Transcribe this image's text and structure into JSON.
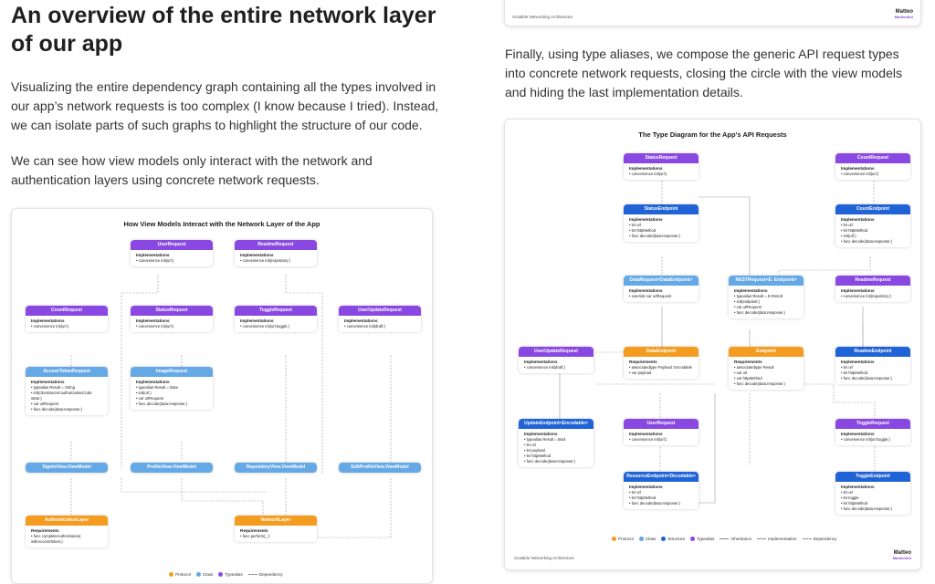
{
  "left": {
    "heading": "An overview of the entire network layer of our app",
    "para1": "Visualizing the entire dependency graph containing all the types involved in our app’s network requests is too complex (I know because I tried). Instead, we can isolate parts of such graphs to highlight the structure of our code.",
    "para2": "We can see how view models only interact with the network and authentication layers using concrete network requests.",
    "diagram": {
      "title": "How View Models Interact with the Network Layer of the App",
      "nodes": [
        {
          "id": "user-request",
          "kind": "purple",
          "header": "UserRequest",
          "lines": [
            "Implementations",
            "• convenience init(url:)"
          ]
        },
        {
          "id": "readme-request",
          "kind": "purple",
          "header": "ReadmeRequest",
          "lines": [
            "Implementations",
            "• convenience init(repository:)"
          ]
        },
        {
          "id": "count-request",
          "kind": "purple",
          "header": "CountRequest",
          "lines": [
            "Implementations",
            "• convenience init(url:)"
          ]
        },
        {
          "id": "status-request",
          "kind": "purple",
          "header": "StatusRequest",
          "lines": [
            "Implementations",
            "• convenience init(url:)"
          ]
        },
        {
          "id": "toggle-request",
          "kind": "purple",
          "header": "ToggleRequest",
          "lines": [
            "Implementations",
            "• convenience init(url:toggle:)"
          ]
        },
        {
          "id": "user-update-request",
          "kind": "purple",
          "header": "UserUpdateRequest",
          "lines": [
            "Implementations",
            "• convenience init(draft:)"
          ]
        },
        {
          "id": "access-token-request",
          "kind": "blue",
          "header": "AccessTokenRequest",
          "lines": [
            "Implementations",
            "• typealias Result = String",
            "• init(clientSecret:authorizationCode:",
            "   state:)",
            "• var urlRequest",
            "• func decode(data:response:)"
          ]
        },
        {
          "id": "image-request",
          "kind": "blue",
          "header": "ImageRequest",
          "lines": [
            "Implementations",
            "• typealias Result = Data",
            "• init(url:)",
            "• var urlRequest",
            "• func decode(data:response:)"
          ]
        },
        {
          "id": "signin-vm",
          "kind": "blue",
          "header": "SignInView.ViewModel",
          "lines": []
        },
        {
          "id": "profile-vm",
          "kind": "blue",
          "header": "ProfileView.ViewModel",
          "lines": []
        },
        {
          "id": "repository-vm",
          "kind": "blue",
          "header": "RepositoryView.ViewModel",
          "lines": []
        },
        {
          "id": "editprofile-vm",
          "kind": "blue",
          "header": "EditProfileView.ViewModel",
          "lines": []
        },
        {
          "id": "authentication-layer",
          "kind": "orange",
          "header": "AuthenticationLayer",
          "lines": [
            "Requirements",
            "• func completeAuthorization(",
            "   withAccessToken:)"
          ]
        },
        {
          "id": "network-layer",
          "kind": "orange",
          "header": "NetworkLayer",
          "lines": [
            "Requirements",
            "• func perform(_:)"
          ]
        }
      ],
      "legend": [
        {
          "label": "Protocol",
          "color": "#f39c1f",
          "type": "dot"
        },
        {
          "label": "Class",
          "color": "#64a8e6",
          "type": "dot"
        },
        {
          "label": "Typealias",
          "color": "#8a48e2",
          "type": "dot"
        },
        {
          "label": "Dependency",
          "color": "#888888",
          "type": "dash"
        }
      ]
    }
  },
  "right": {
    "top_footer": "Scalable Networking Architecture",
    "brand_name": "Matteo",
    "brand_sub": "Manferdini",
    "para": "Finally, using type aliases, we compose the generic API request types into concrete network requests, closing the circle with the view models and hiding the last implementation details.",
    "diagram": {
      "title": "The Type Diagram for the App’s API Requests",
      "footer": "Scalable Networking Architecture",
      "nodes": [
        {
          "id": "r-status-request",
          "kind": "purple",
          "header": "StatusRequest",
          "lines": [
            "Implementations",
            "• convenience init(url:)"
          ]
        },
        {
          "id": "r-count-request",
          "kind": "purple",
          "header": "CountRequest",
          "lines": [
            "Implementations",
            "• convenience init(url:)"
          ]
        },
        {
          "id": "r-status-endpoint",
          "kind": "dblue",
          "header": "StatusEndpoint",
          "lines": [
            "Implementations",
            "• let url",
            "• let httpMethod",
            "• func decode(data:response:)"
          ]
        },
        {
          "id": "r-count-endpoint",
          "kind": "dblue",
          "header": "CountEndpoint",
          "lines": [
            "Implementations",
            "• let url",
            "• let httpMethod",
            "• init(url:)",
            "• func decode(data:response:)"
          ]
        },
        {
          "id": "r-data-request",
          "kind": "blue",
          "header": "DataRequest<DataEndpoint>",
          "lines": [
            "Implementations",
            "• override var urlRequest"
          ]
        },
        {
          "id": "r-rest-request",
          "kind": "blue",
          "header": "RESTRequest<E: Endpoint>",
          "lines": [
            "Implementations",
            "• typealias Result = E.Result",
            "• init(endpoint:)",
            "• var urlRequest",
            "• func decode(data:response:)"
          ]
        },
        {
          "id": "r-readme-request",
          "kind": "purple",
          "header": "ReadmeRequest",
          "lines": [
            "Implementations",
            "• convenience init(repository:)"
          ]
        },
        {
          "id": "r-user-update-request",
          "kind": "purple",
          "header": "UserUpdateRequest",
          "lines": [
            "Implementations",
            "• convenience init(draft:)"
          ]
        },
        {
          "id": "r-data-endpoint",
          "kind": "orange",
          "header": "DataEndpoint",
          "lines": [
            "Requirements",
            "• associatedtype Payload: Encodable",
            "• var payload"
          ]
        },
        {
          "id": "r-endpoint",
          "kind": "orange",
          "header": "Endpoint",
          "lines": [
            "Requirements",
            "• associatedtype Result",
            "• var url",
            "• var httpMethod",
            "• func decode(data:response:)"
          ]
        },
        {
          "id": "r-readme-endpoint",
          "kind": "dblue",
          "header": "ReadmeEndpoint",
          "lines": [
            "Implementations",
            "• let url",
            "• let httpMethod",
            "• func decode(data:response:)"
          ]
        },
        {
          "id": "r-update-endpoint",
          "kind": "dblue",
          "header": "UpdateEndpoint<Encodable>",
          "lines": [
            "Implementations",
            "• typealias Result = Bool",
            "• let url",
            "• let payload",
            "• let httpMethod",
            "• func decode(data:response:)"
          ]
        },
        {
          "id": "r-user-request",
          "kind": "purple",
          "header": "UserRequest",
          "lines": [
            "Implementations",
            "• convenience init(url:)"
          ]
        },
        {
          "id": "r-toggle-request",
          "kind": "purple",
          "header": "ToggleRequest",
          "lines": [
            "Implementations",
            "• convenience init(url:toggle:)"
          ]
        },
        {
          "id": "r-resource-endpoint",
          "kind": "dblue",
          "header": "ResourceEndpoint<Decodable>",
          "lines": [
            "Implementations",
            "• let url",
            "• let httpMethod",
            "• func decode(data:response:)"
          ]
        },
        {
          "id": "r-toggle-endpoint",
          "kind": "dblue",
          "header": "ToggleEndpoint",
          "lines": [
            "Implementations",
            "• let url",
            "• let toggle",
            "• let httpMethod",
            "• func decode(data:response:)"
          ]
        }
      ],
      "legend": [
        {
          "label": "Protocol",
          "color": "#f39c1f",
          "type": "dot"
        },
        {
          "label": "Class",
          "color": "#64a8e6",
          "type": "dot"
        },
        {
          "label": "Structure",
          "color": "#1f63d6",
          "type": "dot"
        },
        {
          "label": "Typealias",
          "color": "#8a48e2",
          "type": "dot"
        },
        {
          "label": "Inheritance",
          "color": "#888888",
          "type": "line"
        },
        {
          "label": "Implementation",
          "color": "#888888",
          "type": "dash"
        },
        {
          "label": "Dependency",
          "color": "#888888",
          "type": "dash"
        }
      ]
    }
  }
}
